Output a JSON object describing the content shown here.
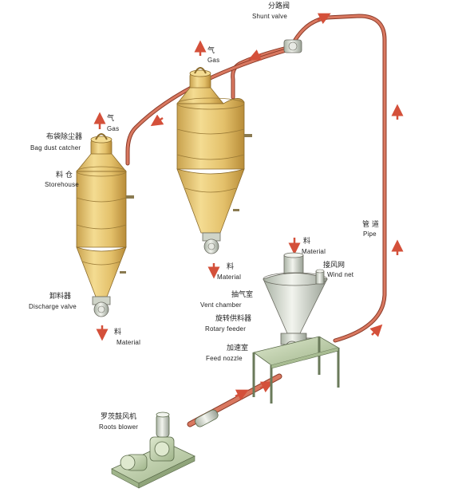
{
  "labels": {
    "shunt_valve_zh": "分路阀",
    "shunt_valve_en": "Shunt valve",
    "gas_right_zh": "气",
    "gas_right_en": "Gas",
    "gas_left_zh": "气",
    "gas_left_en": "Gas",
    "bag_dust_catcher_zh": "布袋除尘器",
    "bag_dust_catcher_en": "Bag dust catcher",
    "storehouse_zh": "料 仓",
    "storehouse_en": "Storehouse",
    "material_mid_zh": "料",
    "material_mid_en": "Material",
    "discharge_valve_zh": "卸料器",
    "discharge_valve_en": "Discharge valve",
    "material_left_zh": "料",
    "material_left_en": "Material",
    "material_top_zh": "料",
    "material_top_en": "Material",
    "wind_net_zh": "接风网",
    "wind_net_en": "Wind net",
    "vent_chamber_zh": "抽气室",
    "vent_chamber_en": "Vent chamber",
    "rotary_feeder_zh": "旋转供料器",
    "rotary_feeder_en": "Rotary feeder",
    "feed_nozzle_zh": "加速室",
    "feed_nozzle_en": "Feed nozzle",
    "pipe_zh": "管 道",
    "pipe_en": "Pipe",
    "roots_blower_zh": "罗茨鼓风机",
    "roots_blower_en": "Roots blower"
  },
  "colors": {
    "pipe": "#c8644a",
    "silo": "#e8c874",
    "silo_shade": "#b89440",
    "arrow": "#d4503a",
    "frame": "#c8d8b8",
    "blower": "#b8c8a0",
    "hopper": "#e8ece0"
  }
}
